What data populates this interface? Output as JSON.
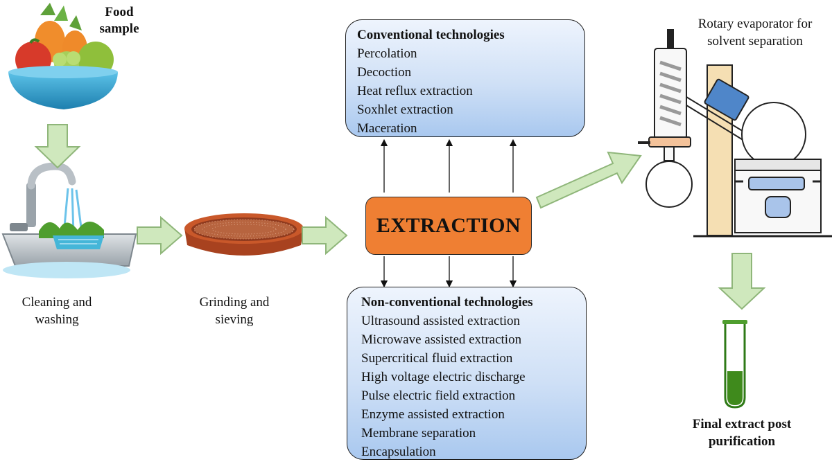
{
  "steps": {
    "food_sample": "Food sample",
    "cleaning": "Cleaning and washing",
    "grinding": "Grinding and sieving",
    "rotary": "Rotary evaporator for solvent separation",
    "final": "Final extract post purification"
  },
  "center": {
    "label": "EXTRACTION"
  },
  "conventional": {
    "title": "Conventional technologies",
    "items": [
      "Percolation",
      "Decoction",
      "Heat reflux extraction",
      "Soxhlet extraction",
      "Maceration"
    ]
  },
  "non_conventional": {
    "title": "Non-conventional technologies",
    "items": [
      "Ultrasound assisted extraction",
      "Microwave assisted extraction",
      "Supercritical fluid extraction",
      "High voltage electric discharge",
      "Pulse electric field extraction",
      "Enzyme assisted extraction",
      "Membrane separation",
      "Encapsulation"
    ]
  },
  "colors": {
    "arrow_fill": "#cfe8bd",
    "arrow_stroke": "#8fb67a",
    "extraction_fill": "#ef7f33",
    "box_gradient_bottom": "#a9c8ef",
    "extract_green": "#3f8a1c"
  }
}
